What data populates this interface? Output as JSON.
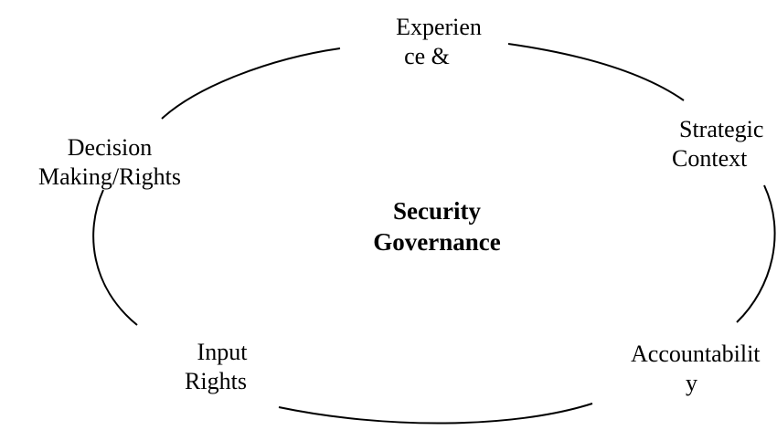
{
  "diagram": {
    "center": {
      "line1": "Security",
      "line2": "Governance"
    },
    "nodes": {
      "experience": {
        "line1": "Experien",
        "line2": "ce &"
      },
      "strategic": {
        "line1": "Strategic",
        "line2": "Context"
      },
      "decision": {
        "line1": "Decision",
        "line2": "Making/Rights"
      },
      "input": {
        "line1": "Input",
        "line2": "Rights"
      },
      "accountability": {
        "line1": "Accountabilit",
        "line2": "y"
      }
    }
  }
}
